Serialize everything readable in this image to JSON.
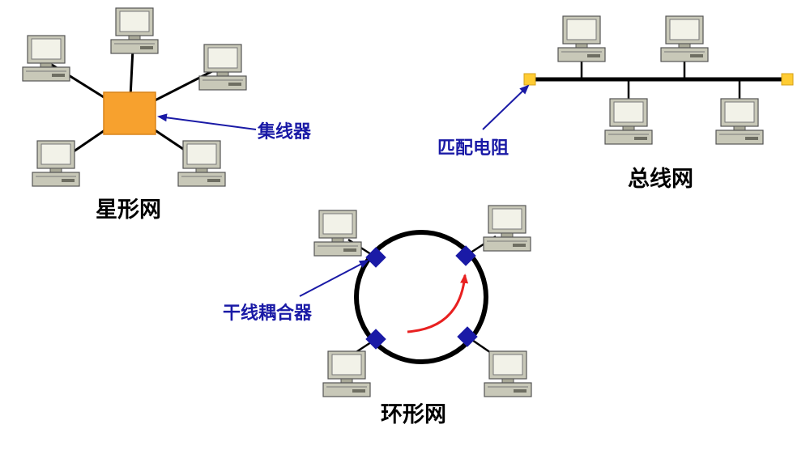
{
  "diagrams": {
    "star": {
      "title": "星形网",
      "hub_label": "集线器"
    },
    "bus": {
      "title": "总线网",
      "terminator_label": "匹配电阻"
    },
    "ring": {
      "title": "环形网",
      "coupler_label": "干线耦合器"
    }
  },
  "colors": {
    "hub": "#f7a12e",
    "terminator": "#ffcc33",
    "coupler": "#1a1aa6",
    "annotation": "#1a1aa6",
    "direction_arrow": "#e82020",
    "cable": "#000000"
  },
  "icons": {
    "computer": "desktop-computer-icon",
    "hub": "hub-box",
    "coupler": "diamond",
    "terminator": "square"
  }
}
